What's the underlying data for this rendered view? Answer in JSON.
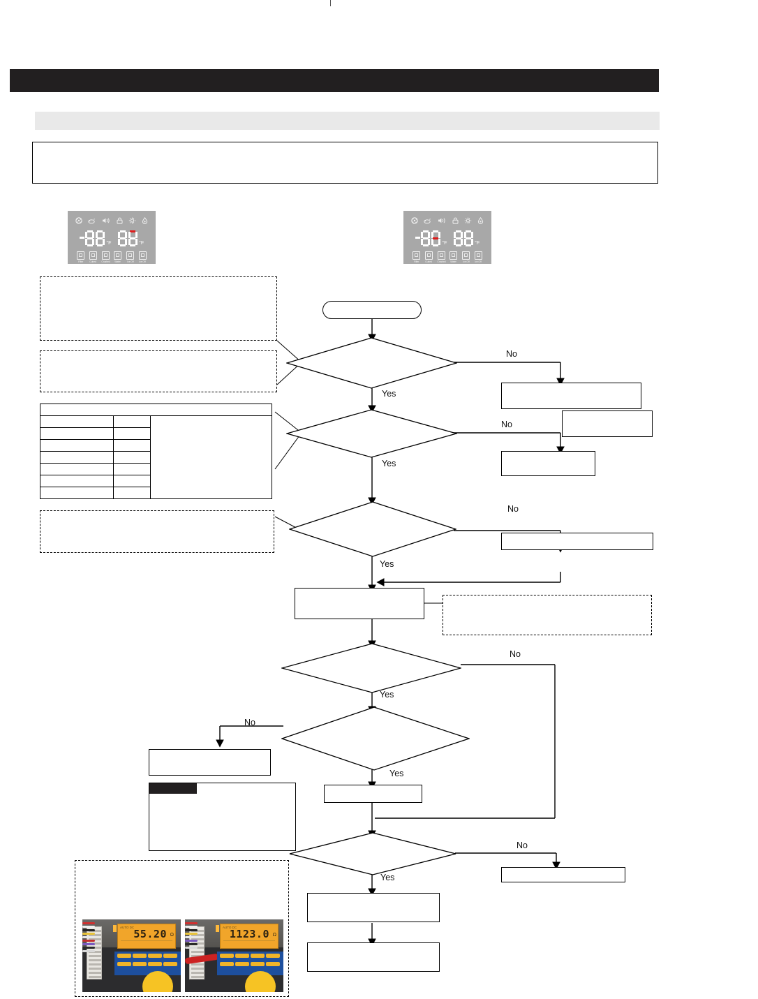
{
  "document": {
    "header_title": "",
    "subtitle": "",
    "note": "",
    "crop_mark": true
  },
  "displays": [
    {
      "name": "display-panel-left",
      "background": "#a8a8a8",
      "status_icons": [
        "fan-icon",
        "sleep-icon",
        "speaker-mute-icon",
        "lock-icon",
        "light-icon",
        "water-drop-icon"
      ],
      "left_readout": {
        "sign": "-",
        "digits": "88",
        "unit": "°F",
        "highlight_segment": null,
        "highlight_color": null
      },
      "right_readout": {
        "sign": "",
        "digits": "88",
        "unit": "°F",
        "highlight_segment": "top-right",
        "highlight_color": "#e01b1b"
      },
      "buttons": [
        {
          "icon": "filter-icon",
          "label": "Filter"
        },
        {
          "icon": "cubed-ice-icon",
          "label": "Cubed"
        },
        {
          "icon": "crushed-ice-icon",
          "label": "Crushed"
        },
        {
          "icon": "water-icon",
          "label": "Water"
        },
        {
          "icon": "ice-off-icon",
          "label": "Ice Off"
        },
        {
          "icon": "ice-off-icon",
          "label": "Ice Off"
        }
      ]
    },
    {
      "name": "display-panel-right",
      "background": "#a8a8a8",
      "status_icons": [
        "fan-icon",
        "sleep-icon",
        "speaker-mute-icon",
        "lock-icon",
        "light-icon",
        "water-drop-icon"
      ],
      "left_readout": {
        "sign": "-",
        "digits": "80",
        "unit": "°F",
        "highlight_segment": "middle",
        "highlight_color": "#e01b1b"
      },
      "right_readout": {
        "sign": "",
        "digits": "88",
        "unit": "°F",
        "highlight_segment": null,
        "highlight_color": null
      },
      "buttons": [
        {
          "icon": "filter-icon",
          "label": "Filter"
        },
        {
          "icon": "cubed-ice-icon",
          "label": "Cubed"
        },
        {
          "icon": "crushed-ice-icon",
          "label": "Crushed"
        },
        {
          "icon": "water-icon",
          "label": "Water"
        },
        {
          "icon": "ice-off-icon",
          "label": "Ice Off"
        },
        {
          "icon": "ice-off-icon",
          "label": "Ice Off"
        }
      ]
    }
  ],
  "callouts": [
    {
      "name": "callout-1",
      "style": "dashed",
      "text": ""
    },
    {
      "name": "callout-2",
      "style": "dashed",
      "text": ""
    },
    {
      "name": "callout-3",
      "style": "dashed",
      "text": ""
    },
    {
      "name": "callout-4",
      "style": "dashed",
      "text": ""
    }
  ],
  "table": {
    "name": "spec-table",
    "header": "",
    "columns": [
      "",
      "",
      ""
    ],
    "rows": [
      [
        "",
        "",
        ""
      ],
      [
        "",
        "",
        ""
      ],
      [
        "",
        "",
        ""
      ],
      [
        "",
        "",
        ""
      ],
      [
        "",
        "",
        ""
      ],
      [
        "",
        "",
        ""
      ],
      [
        "",
        "",
        ""
      ]
    ]
  },
  "flowchart": {
    "labels": {
      "yes": "Yes",
      "no": "No"
    },
    "nodes": [
      {
        "id": "start",
        "type": "terminator",
        "text": ""
      },
      {
        "id": "d1",
        "type": "decision",
        "text": ""
      },
      {
        "id": "p1",
        "type": "process",
        "text": ""
      },
      {
        "id": "d2",
        "type": "decision",
        "text": ""
      },
      {
        "id": "p2",
        "type": "process",
        "text": ""
      },
      {
        "id": "p3",
        "type": "process",
        "text": ""
      },
      {
        "id": "d3",
        "type": "decision",
        "text": ""
      },
      {
        "id": "p4",
        "type": "process",
        "text": ""
      },
      {
        "id": "p5",
        "type": "process",
        "text": ""
      },
      {
        "id": "d4",
        "type": "decision",
        "text": ""
      },
      {
        "id": "d5",
        "type": "decision",
        "text": ""
      },
      {
        "id": "p6",
        "type": "process",
        "text": ""
      },
      {
        "id": "p7",
        "type": "process",
        "text": ""
      },
      {
        "id": "d6",
        "type": "decision",
        "text": ""
      },
      {
        "id": "p8",
        "type": "process",
        "text": ""
      },
      {
        "id": "p9",
        "type": "process",
        "text": ""
      },
      {
        "id": "p10",
        "type": "process",
        "text": ""
      },
      {
        "id": "note1",
        "type": "note",
        "text": ""
      },
      {
        "id": "note2",
        "type": "note-title",
        "text": ""
      }
    ]
  },
  "photo_block": {
    "name": "multimeter-photos",
    "caption": "",
    "images": [
      {
        "name": "multimeter-photo-left",
        "reading": "55.20",
        "unit": "Ω",
        "display_color": "#f1a52a",
        "tiny_label": "AUTO  DC"
      },
      {
        "name": "multimeter-photo-right",
        "reading": "1123.0",
        "unit": "Ω",
        "display_color": "#f1a52a",
        "tiny_label": "AUTO  DC"
      }
    ]
  }
}
